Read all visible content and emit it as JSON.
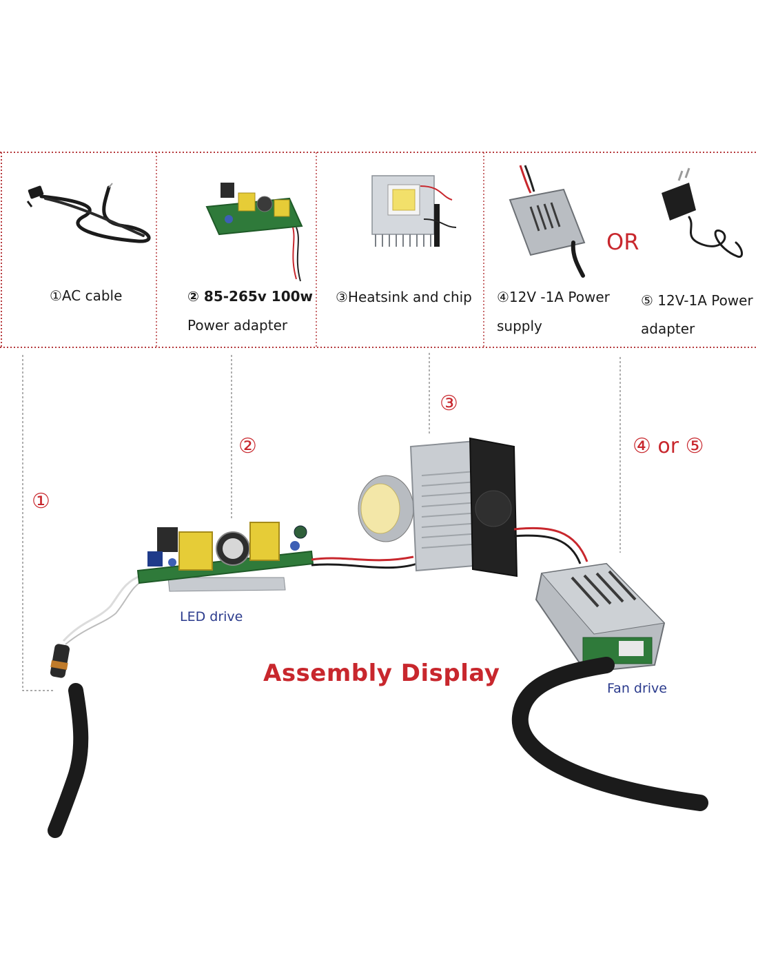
{
  "components": [
    {
      "id": "ac-cable",
      "line1": "①AC cable",
      "line2": ""
    },
    {
      "id": "power-adapter-100w",
      "line1": "② 85-265v 100w",
      "line2": "Power adapter"
    },
    {
      "id": "heatsink-chip",
      "line1": "③Heatsink and chip",
      "line2": ""
    },
    {
      "id": "power-supply-12v",
      "line1": "④12V -1A Power",
      "line2": "supply"
    },
    {
      "id": "power-adapter-12v",
      "line1": "⑤ 12V-1A Power",
      "line2": "adapter"
    }
  ],
  "or_label": "OR",
  "assembly": {
    "title": "Assembly Display",
    "led_drive_label": "LED drive",
    "fan_drive_label": "Fan drive",
    "markers": [
      "①",
      "②",
      "③",
      "④ or ⑤"
    ]
  },
  "colors": {
    "accent_red": "#c8272d",
    "label_blue": "#2a3a8c",
    "border_red": "#b5383b",
    "pcb_green": "#2f7a3a",
    "metal": "#c9cdd2",
    "cable": "#1b1b1b"
  }
}
